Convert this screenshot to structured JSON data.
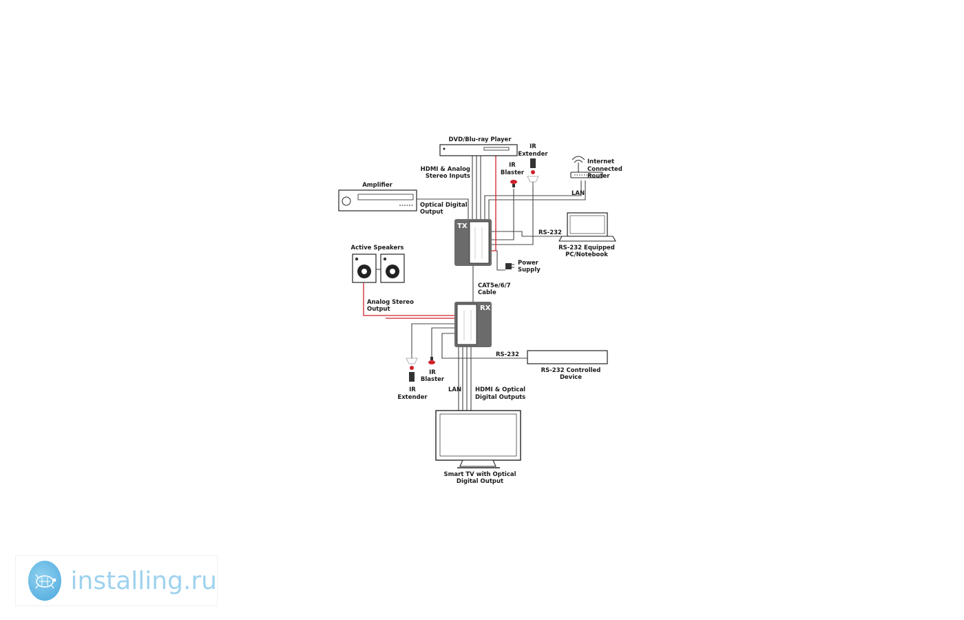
{
  "labels": {
    "dvd_player": "DVD/Blu-ray Player",
    "ir_extender_top_1": "IR",
    "ir_extender_top_2": "Extender",
    "ir_blaster_top_1": "IR",
    "ir_blaster_top_2": "Blaster",
    "router_1": "Internet",
    "router_2": "Connected",
    "router_3": "Router",
    "hdmi_inputs_1": "HDMI & Analog",
    "hdmi_inputs_2": "Stereo Inputs",
    "amplifier": "Amplifier",
    "lan_top": "LAN",
    "optical_output_1": "Optical Digital",
    "optical_output_2": "Output",
    "rs232_top": "RS-232",
    "pc_1": "RS-232 Equipped",
    "pc_2": "PC/Notebook",
    "tx": "TX",
    "power_supply_1": "Power",
    "power_supply_2": "Supply",
    "active_speakers": "Active Speakers",
    "cable_1": "CAT5e/6/7",
    "cable_2": "Cable",
    "analog_out_1": "Analog Stereo",
    "analog_out_2": "Output",
    "rx": "RX",
    "rs232_bottom": "RS-232",
    "rs232_device_1": "RS-232 Controlled",
    "rs232_device_2": "Device",
    "ir_blaster_bottom_1": "IR",
    "ir_blaster_bottom_2": "Blaster",
    "ir_extender_bottom_1": "IR",
    "ir_extender_bottom_2": "Extender",
    "lan_bottom": "LAN",
    "hdmi_outputs_1": "HDMI & Optical",
    "hdmi_outputs_2": "Digital Outputs",
    "tv_1": "Smart TV with Optical",
    "tv_2": "Digital Output"
  },
  "watermark": {
    "text": "installing.ru"
  },
  "colors": {
    "line": "#333333",
    "audio_line": "#d0202a",
    "unit_fill": "#6b6b6b",
    "watermark_text": "#9ed2ee"
  },
  "icons": {
    "router": "router-icon",
    "laptop": "laptop-icon",
    "speaker": "speaker-icon",
    "tv": "tv-icon",
    "ir_blaster": "ir-blaster-icon",
    "ir_extender": "ir-extender-icon",
    "power": "power-plug-icon",
    "logo": "turtle-logo-icon"
  }
}
